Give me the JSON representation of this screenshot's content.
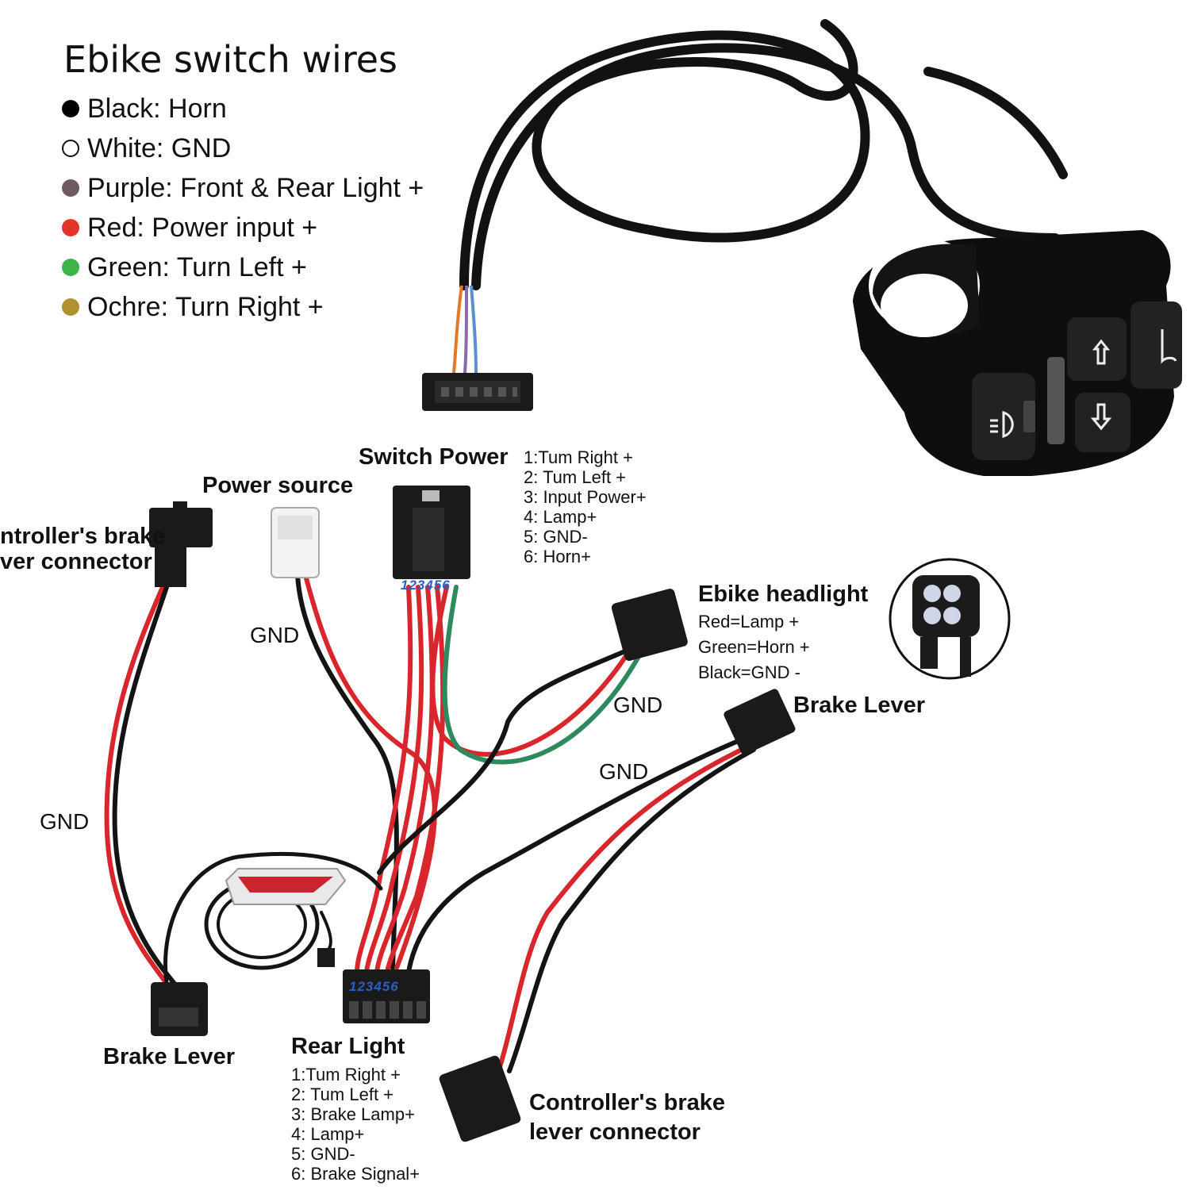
{
  "title": "Ebike switch wires",
  "legend": [
    {
      "label": "Black: Horn",
      "color": "#000000"
    },
    {
      "label": "White: GND",
      "color": "#ffffff"
    },
    {
      "label": "Purple: Front & Rear Light +",
      "color": "#6e5a62"
    },
    {
      "label": "Red: Power input +",
      "color": "#e3342a"
    },
    {
      "label": "Green: Turn Left +",
      "color": "#3bb54a"
    },
    {
      "label": "Ochre: Turn Right +",
      "color": "#b0912f"
    }
  ],
  "switch_power": {
    "label": "Switch Power",
    "pins": [
      "1:Tum Right +",
      "2: Tum Left +",
      "3: Input Power+",
      "4: Lamp+",
      "5: GND-",
      "6: Horn+"
    ],
    "numbers": "123456"
  },
  "power_source": {
    "label": "Power source"
  },
  "controller_brake_top": {
    "line1": "ntroller's brake",
    "line2": "ver connector"
  },
  "headlight": {
    "label": "Ebike headlight",
    "specs": [
      "Red=Lamp +",
      "Green=Horn +",
      "Black=GND -"
    ]
  },
  "brake_lever_right": {
    "label": "Brake Lever"
  },
  "brake_lever_left": {
    "label": "Brake Lever"
  },
  "rear_light": {
    "label": "Rear Light",
    "pins": [
      "1:Tum Right +",
      "2: Tum Left +",
      "3: Brake Lamp+",
      "4: Lamp+",
      "5: GND-",
      "6: Brake Signal+"
    ],
    "numbers": "123456"
  },
  "controller_brake_bottom": {
    "line1": "Controller's brake",
    "line2": "lever connector"
  },
  "gnd_labels": [
    "GND",
    "GND",
    "GND",
    "GND"
  ],
  "colors": {
    "wire_black": "#141414",
    "wire_red": "#d8262c",
    "wire_green": "#2e8a5e",
    "connector": "#1a1a1a"
  }
}
